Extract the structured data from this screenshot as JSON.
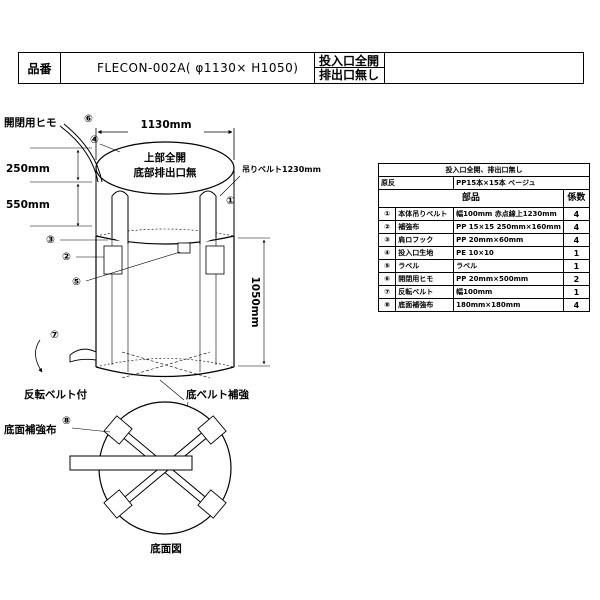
{
  "header": {
    "product_no_label": "品番",
    "model": "FLECON-002A( φ1130× H1050)",
    "spec_top": "投入口全開",
    "spec_bottom": "排出口無し"
  },
  "drawing": {
    "width_dim": "1130mm",
    "height_dim": "1050mm",
    "dim_250": "250mm",
    "dim_550": "550mm",
    "tie_label": "開閉用ヒモ",
    "top_text_1": "上部全開",
    "top_text_2": "底部排出口無",
    "lift_belt_label": "吊りベルト1230mm",
    "reverse_belt_label": "反転ベルト付",
    "bottom_belt_label": "底ベルト補強",
    "bottom_reinforce_label": "底面補強布",
    "bottom_view_label": "底面図",
    "callouts": [
      "①",
      "②",
      "③",
      "④",
      "⑤",
      "⑥",
      "⑦",
      "⑧"
    ]
  },
  "parts_table": {
    "title": "投入口全開、排出口無し",
    "material_label": "原反",
    "material_value": "PP15本×15本 ベージュ",
    "col_parts": "部品",
    "col_qty": "係数",
    "rows": [
      {
        "no": "①",
        "name": "本体吊りベルト",
        "spec": "幅100mm 赤点線上1230mm",
        "qty": "4"
      },
      {
        "no": "②",
        "name": "補強布",
        "spec": "PP 15×15 250mm×160mm",
        "qty": "4"
      },
      {
        "no": "③",
        "name": "肩ロフック",
        "spec": "PP 20mm×60mm",
        "qty": "4"
      },
      {
        "no": "④",
        "name": "投入口生地",
        "spec": "PE 10×10",
        "qty": "1"
      },
      {
        "no": "⑤",
        "name": "ラベル",
        "spec": "ラベル",
        "qty": "1"
      },
      {
        "no": "⑥",
        "name": "開閉用ヒモ",
        "spec": "PP 20mm×500mm",
        "qty": "2"
      },
      {
        "no": "⑦",
        "name": "反転ベルト",
        "spec": "幅100mm",
        "qty": "1"
      },
      {
        "no": "⑧",
        "name": "底面補強布",
        "spec": "180mm×180mm",
        "qty": "4"
      }
    ]
  }
}
